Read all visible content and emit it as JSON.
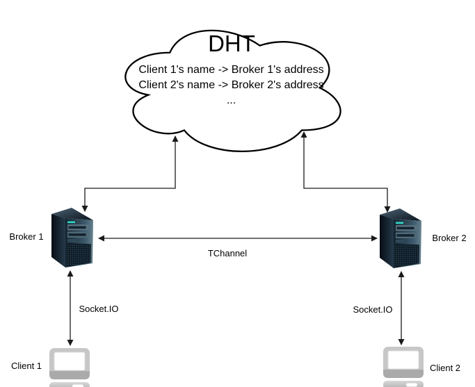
{
  "cloud": {
    "title": "DHT",
    "mappings": [
      "Client 1's name -> Broker 1's address",
      "Client 2's name -> Broker 2's address",
      "..."
    ]
  },
  "nodes": {
    "broker1": {
      "label": "Broker 1",
      "icon": "server-tower-icon"
    },
    "broker2": {
      "label": "Broker 2",
      "icon": "server-tower-icon"
    },
    "client1": {
      "label": "Client 1",
      "icon": "desktop-computer-icon"
    },
    "client2": {
      "label": "Client 2",
      "icon": "desktop-computer-icon"
    }
  },
  "edges": {
    "tchannel": {
      "label": "TChannel",
      "style": "double-arrow"
    },
    "socketio_broker1_client1": {
      "label": "Socket.IO",
      "style": "double-arrow"
    },
    "socketio_broker2_client2": {
      "label": "Socket.IO",
      "style": "double-arrow"
    },
    "broker1_dht": {
      "label": "",
      "style": "double-arrow-elbow"
    },
    "broker2_dht": {
      "label": "",
      "style": "double-arrow-elbow"
    }
  },
  "colors": {
    "background": "#ffffff",
    "stroke": "#000000",
    "server_body": "#1d3140",
    "server_bay": "#56707e",
    "server_accent": "#2fd8c6",
    "client_body": "#c7c7c7",
    "client_screen": "#ffffff"
  }
}
